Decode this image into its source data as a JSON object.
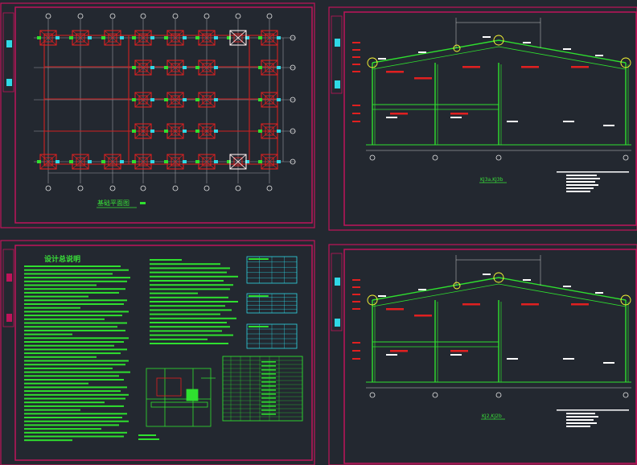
{
  "sheets": {
    "foundation_plan": {
      "caption": "基础平面图"
    },
    "design_notes": {
      "title": "设计总说明"
    },
    "frame_top": {
      "caption": "KJ3a,KJ3b"
    },
    "frame_bottom": {
      "caption": "KJ2,KJ2b"
    }
  },
  "colors": {
    "background": "#232830",
    "sheet_border": "#c0145a",
    "green_line": "#2fe02f",
    "red_detail": "#e02020",
    "cyan_table": "#2fd9e6",
    "grid_grey": "#9a9aa0"
  }
}
